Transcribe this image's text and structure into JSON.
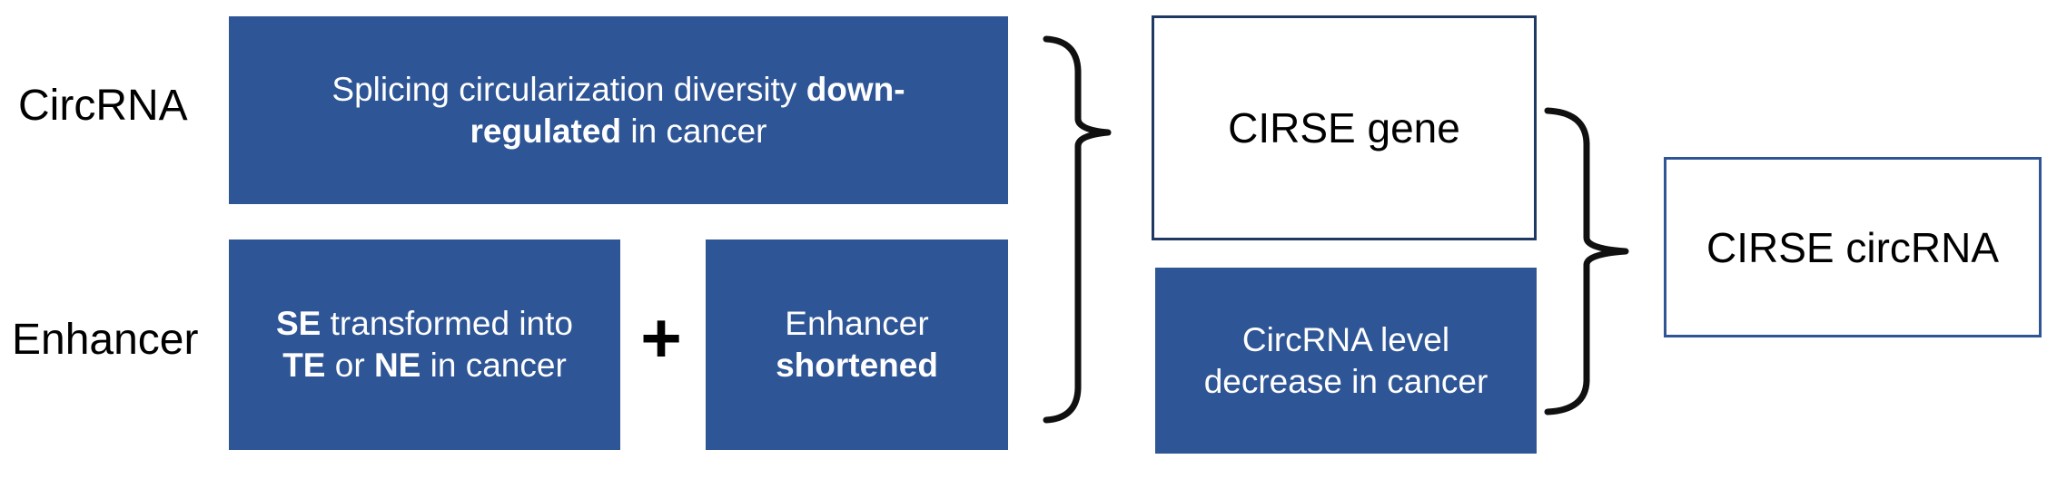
{
  "colors": {
    "box_blue": "#2E5596",
    "border_navy": "#1F3864",
    "border_blue": "#2F5597",
    "text_white": "#FFFFFF",
    "text_black": "#000000",
    "brace_black": "#101010"
  },
  "labels": {
    "circrna": "CircRNA",
    "enhancer": "Enhancer",
    "plus": "+"
  },
  "boxes": {
    "splicing": {
      "lines": [
        [
          {
            "text": "Splicing circularization diversity ",
            "bold": false
          },
          {
            "text": "down-",
            "bold": true
          }
        ],
        [
          {
            "text": "regulated",
            "bold": true
          },
          {
            "text": " in cancer",
            "bold": false
          }
        ]
      ]
    },
    "se_transform": {
      "lines": [
        [
          {
            "text": "SE",
            "bold": true
          },
          {
            "text": " transformed into",
            "bold": false
          }
        ],
        [
          {
            "text": "TE",
            "bold": true
          },
          {
            "text": " or ",
            "bold": false
          },
          {
            "text": "NE",
            "bold": true
          },
          {
            "text": " in cancer",
            "bold": false
          }
        ]
      ]
    },
    "enhancer_shortened": {
      "lines": [
        [
          {
            "text": "Enhancer",
            "bold": false
          }
        ],
        [
          {
            "text": "shortened",
            "bold": true
          }
        ]
      ]
    },
    "cirse_gene": {
      "text": "CIRSE gene"
    },
    "circ_level": {
      "lines": [
        [
          {
            "text": "CircRNA level",
            "bold": false
          }
        ],
        [
          {
            "text": "decrease in cancer",
            "bold": false
          }
        ]
      ]
    },
    "cirse_circrna": {
      "text": "CIRSE circRNA"
    }
  }
}
